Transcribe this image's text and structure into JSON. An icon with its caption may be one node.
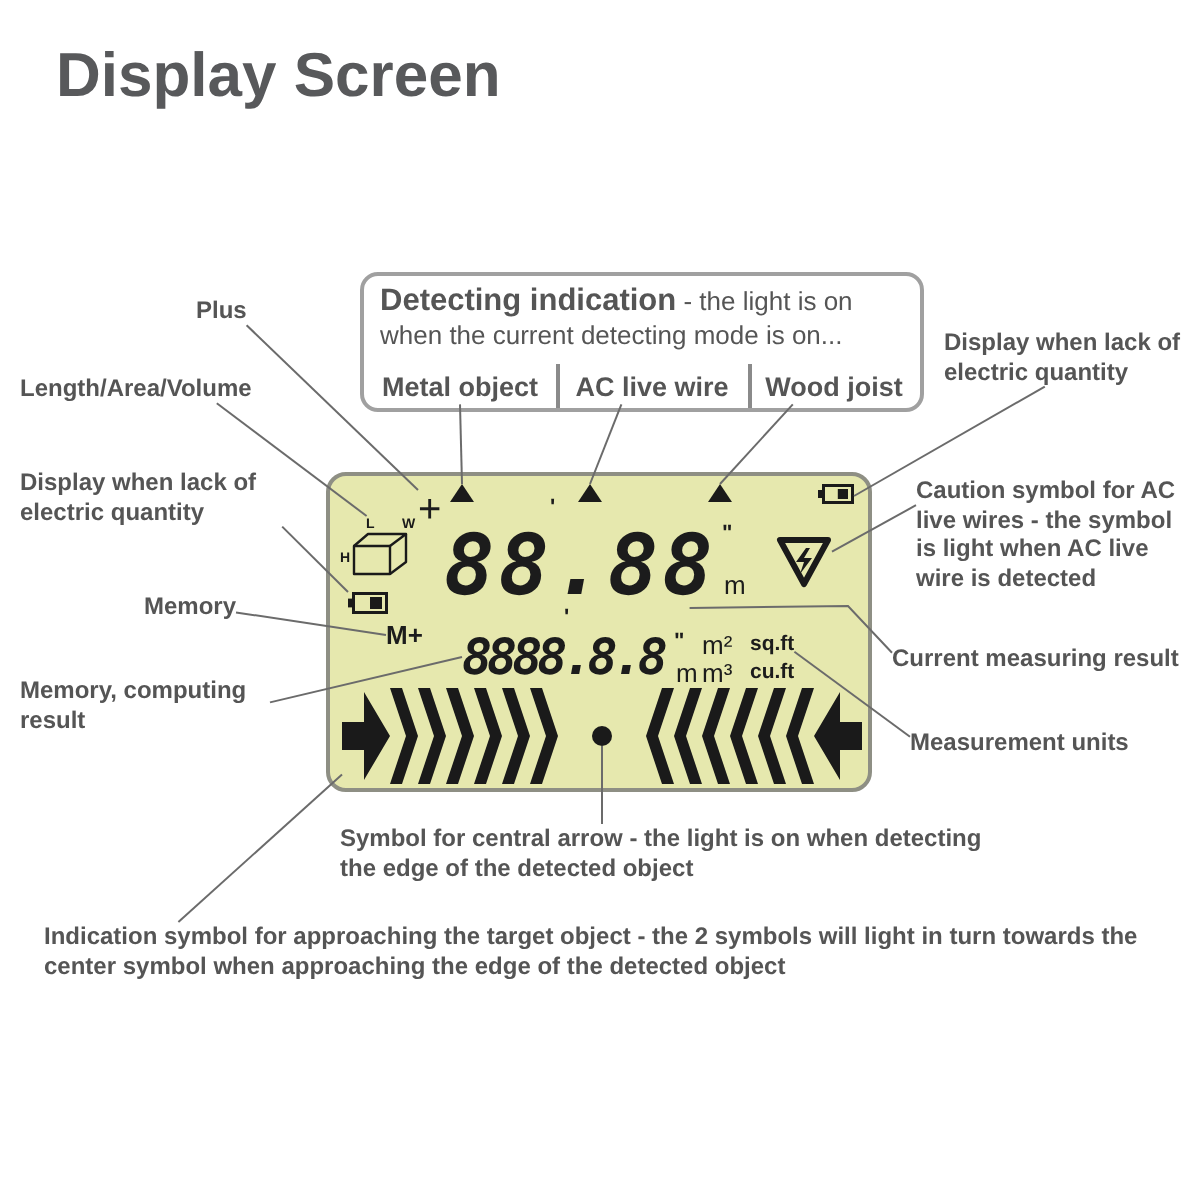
{
  "diagram": {
    "title": "Display Screen",
    "nodes": [
      {
        "text": [
          "**Detecting indication** - the light is on when the current detecting mode is on..."
        ]
      },
      {
        "text": [
          "Metal object"
        ],
        "in": 0
      },
      {
        "text": [
          "AC live wire"
        ],
        "in": 0
      },
      {
        "text": [
          "Wood joist"
        ],
        "in": 0
      },
      {
        "text": [
          "Plus"
        ]
      },
      {
        "text": [
          "Length/Area/Volume"
        ]
      },
      {
        "text": [
          "Display when lack of electric quantity"
        ]
      },
      {
        "text": [
          "Memory"
        ]
      },
      {
        "text": [
          "Memory, computing result"
        ]
      },
      {
        "text": [
          "Display when lack of electric quantity"
        ]
      },
      {
        "text": [
          "Caution symbol for AC live wires - the symbol is light when AC live wire is detected"
        ]
      },
      {
        "text": [
          "Current measuring result"
        ]
      },
      {
        "text": [
          "Measurement units"
        ]
      },
      {
        "text": [
          "Symbol for central arrow - the light is on when detecting the edge of the detected object"
        ]
      },
      {
        "text": [
          "Indication symbol for approaching the target object - the 2 symbols will light in turn towards the center symbol when approaching the edge of the detected object"
        ]
      },
      {
        "text": [],
        "shape": "box"
      },
      {
        "text": [],
        "shape": "triangle",
        "in": 15
      },
      {
        "text": [],
        "shape": "triangle",
        "in": 15
      },
      {
        "text": [],
        "shape": "triangle",
        "in": 15
      },
      {
        "text": [
          "+"
        ],
        "in": 15
      },
      {
        "text": [
          "L",
          "W",
          "H"
        ],
        "in": 15
      },
      {
        "text": [],
        "shape": "battery",
        "in": 15
      },
      {
        "text": [
          "M+"
        ],
        "in": 15
      },
      {
        "text": [
          "88.88"
        ],
        "beside": [
          "'",
          "\"",
          "m"
        ],
        "in": 15
      },
      {
        "text": [
          "8888.8.8"
        ],
        "beside": [
          "'",
          "\"",
          "m"
        ],
        "in": 15
      },
      {
        "text": [
          "sq.ft"
        ],
        "in": 15
      },
      {
        "text": [],
        "shape": "battery",
        "in": 15
      },
      {
        "text": [],
        "shape": "sign",
        "in": 15
      },
      {
        "text": [],
        "shape": "arrow",
        "in": 15
      },
      {
        "text": [],
        "shape": "arrow",
        "in": 15
      },
      {
        "text": [],
        "shape": "circle",
        "in": 15
      }
    ],
    "edges": [
      {
        "from": 1,
        "to": 16,
        "arrow": "none"
      },
      {
        "from": 2,
        "to": 17,
        "arrow": "none"
      },
      {
        "from": 3,
        "to": 18,
        "arrow": "none"
      },
      {
        "from": 4,
        "to": 19,
        "arrow": "none"
      },
      {
        "from": 5,
        "to": 20,
        "arrow": "none"
      },
      {
        "from": 6,
        "to": 21,
        "arrow": "none"
      },
      {
        "from": 7,
        "to": 22,
        "arrow": "none"
      },
      {
        "from": 8,
        "to": 24,
        "arrow": "none"
      },
      {
        "from": 9,
        "to": 26,
        "arrow": "none"
      },
      {
        "from": 10,
        "to": 27,
        "arrow": "none"
      },
      {
        "from": 11,
        "to": 23,
        "arrow": "none"
      },
      {
        "from": 12,
        "to": 25,
        "arrow": "none"
      },
      {
        "from": 13,
        "to": 30,
        "arrow": "none"
      },
      {
        "from": 14,
        "to": 28,
        "arrow": "none"
      }
    ],
    "labels": [
      "m²",
      "m³",
      "cu.ft"
    ]
  }
}
